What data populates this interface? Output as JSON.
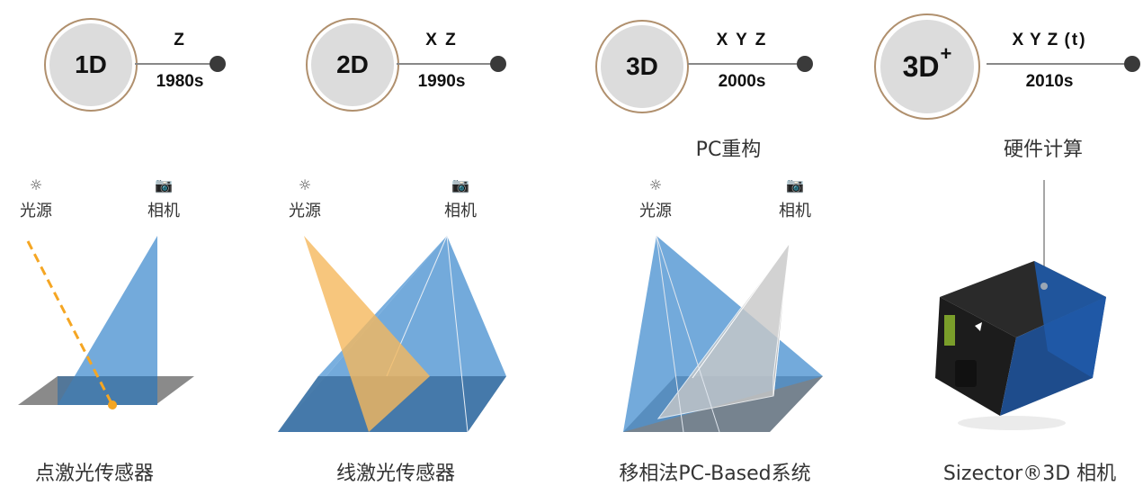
{
  "colors": {
    "ring": "#b0906e",
    "circle_fill": "#dcdcdc",
    "light_blue": "#5b9bd5",
    "dark_blue": "#3c6f9f",
    "orange": "#f5b85c",
    "floor": "#8a8a8a",
    "dot": "#3a3a3a"
  },
  "icons": {
    "light": "sun-icon",
    "camera": "camera-icon"
  },
  "stages": [
    {
      "badge": "1D",
      "sup": "",
      "dims": "Z",
      "year": "1980s",
      "method": "",
      "light_label": "光源",
      "camera_label": "相机",
      "caption": "点激光传感器"
    },
    {
      "badge": "2D",
      "sup": "",
      "dims": "X Z",
      "year": "1990s",
      "method": "",
      "light_label": "光源",
      "camera_label": "相机",
      "caption": "线激光传感器"
    },
    {
      "badge": "3D",
      "sup": "",
      "dims": "X Y Z",
      "year": "2000s",
      "method": "PC重构",
      "light_label": "光源",
      "camera_label": "相机",
      "caption": "移相法PC-Based系统"
    },
    {
      "badge": "3D",
      "sup": "+",
      "dims": "X Y Z  (t)",
      "year": "2010s",
      "method": "硬件计算",
      "light_label": "",
      "camera_label": "",
      "caption": "Sizector®3D 相机"
    }
  ]
}
